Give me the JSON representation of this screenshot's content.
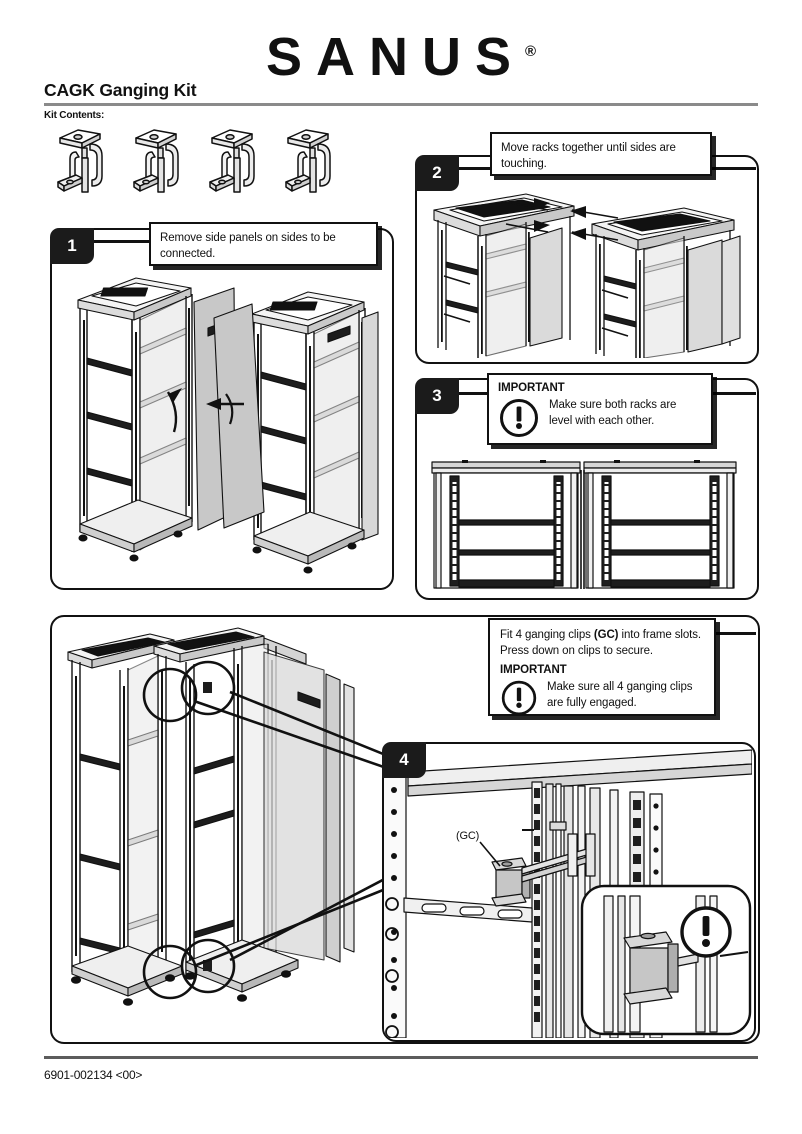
{
  "header": {
    "brand": "SANUS",
    "registered_mark": "®",
    "doc_title": "CAGK Ganging Kit",
    "kit_contents_label": "Kit Contents:"
  },
  "kit_contents": {
    "item_name": "ganging-clip",
    "quantity": 4
  },
  "steps": [
    {
      "number": "1",
      "callout": {
        "text": "Remove side panels on sides to be connected.",
        "important_title": null,
        "important_text": null
      },
      "art": "two-racks-side-panels-removed"
    },
    {
      "number": "2",
      "callout": {
        "text": "Move racks together until sides are touching.",
        "important_title": null,
        "important_text": null
      },
      "art": "two-racks-moving-together"
    },
    {
      "number": "3",
      "callout": {
        "text": null,
        "important_title": "IMPORTANT",
        "important_text": "Make sure both racks are level with each other."
      },
      "art": "two-racks-front-elevation-level"
    },
    {
      "number": "4",
      "callout": {
        "text": "Fit 4 ganging clips (GC) into frame slots.  Press down on clips to secure.",
        "text_parts": {
          "before": "Fit 4 ganging clips ",
          "bold": "(GC)",
          "after": " into frame slots.  Press down on clips to secure."
        },
        "important_title": "IMPORTANT",
        "important_text": "Make sure all 4 ganging clips are fully engaged."
      },
      "art": "ganged-racks-clip-locations",
      "detail_art": "ganging-clip-in-frame-slot-detail",
      "detail_label": "(GC)"
    }
  ],
  "footer": {
    "code": "6901-002134 <00>"
  },
  "colors": {
    "ink": "#111111",
    "rule": "#8a8a8a",
    "panel_fill": "#d9dadb",
    "badge_bg": "#1b1b1b"
  }
}
